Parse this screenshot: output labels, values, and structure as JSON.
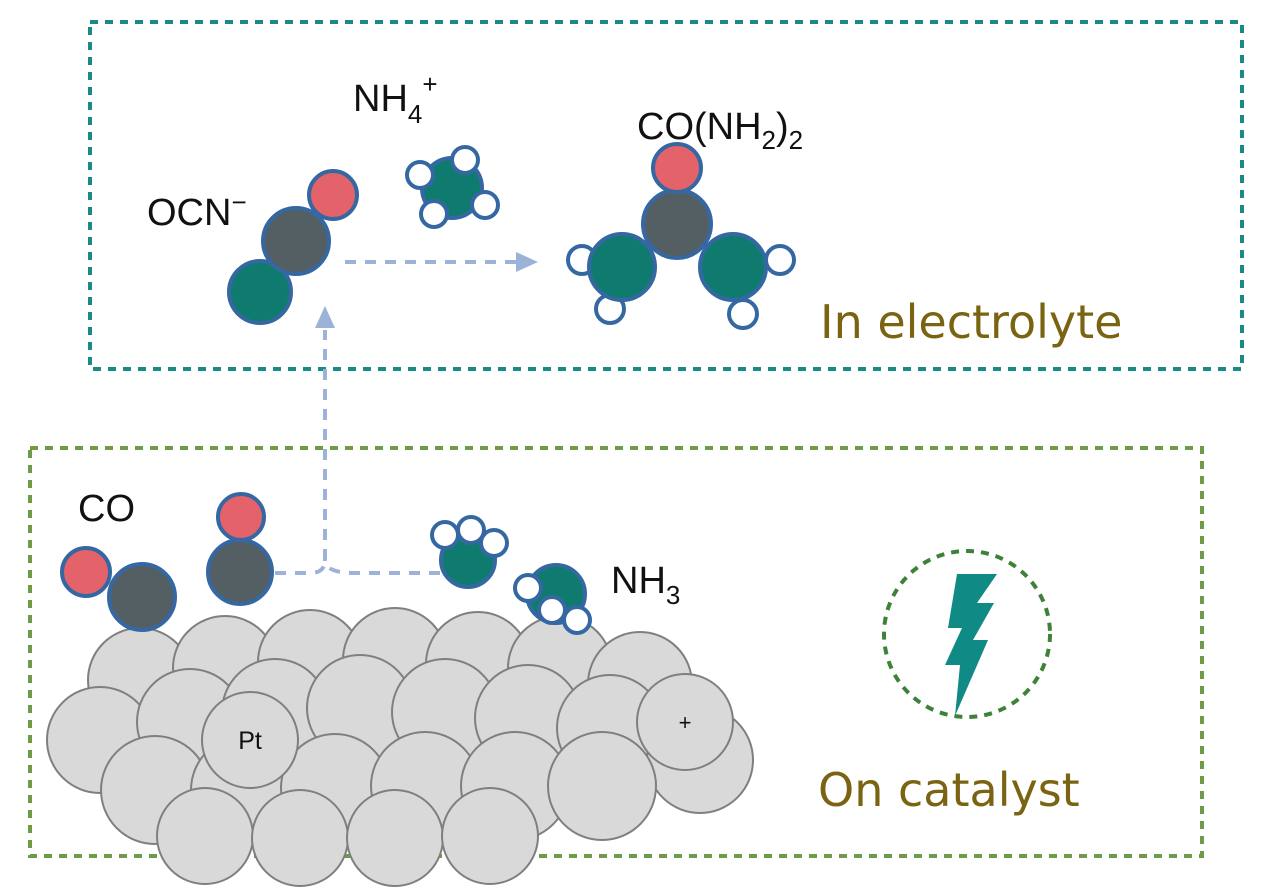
{
  "colors": {
    "electrolyte_box": "#1a8a86",
    "catalyst_box": "#6f9a48",
    "region_text": "#7a6412",
    "oxygen": "#e4626a",
    "carbon": "#545f64",
    "nitrogen": "#0f7b6f",
    "hydrogen": "#ffffff",
    "atom_outline": "#3568a3",
    "arrow": "#9cb2d8",
    "platinum": "#d9d9d9",
    "platinum_outline": "#7f7f7f",
    "bolt": "#0f8a84",
    "bolt_circle": "#3e8138"
  },
  "regions": {
    "electrolyte": "In electrolyte",
    "catalyst": "On catalyst"
  },
  "species": {
    "ocn": {
      "base": "OCN",
      "superscript": "−"
    },
    "nh4": {
      "base": "NH",
      "subscript": "4",
      "superscript": "+"
    },
    "urea": {
      "prefix": "CO(NH",
      "subscript": "2",
      "mid": ")",
      "subscript2": "2"
    },
    "co": {
      "text": "CO"
    },
    "nh3": {
      "base": "NH",
      "subscript": "3"
    }
  },
  "catalyst": {
    "atom_label": "Pt",
    "charge_label": "+"
  },
  "icons": {
    "power": "lightning-bolt-icon"
  }
}
